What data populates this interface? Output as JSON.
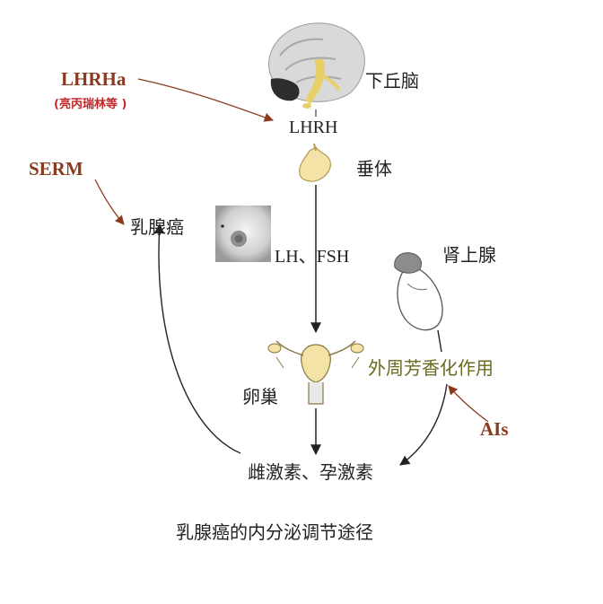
{
  "labels": {
    "hypothalamus": "下丘脑",
    "lhrh": "LHRH",
    "pituitary": "垂体",
    "lh_fsh": "LH、FSH",
    "ovary": "卵巢",
    "adrenal": "肾上腺",
    "aromatization": "外周芳香化作用",
    "hormones": "雌激素、孕激素",
    "breast_cancer": "乳腺癌"
  },
  "drugs": {
    "lhrha": "LHRHa",
    "lhrha_examples": "(亮丙瑞林等 )",
    "serm": "SERM",
    "ais": "AIs"
  },
  "caption": "乳腺癌的内分泌调节途径",
  "icons": [
    "brain-icon",
    "pituitary-icon",
    "breast-icon",
    "adrenal-icon",
    "uterus-icon"
  ],
  "colors": {
    "drug_label": "#8b3a1e",
    "drug_sub": "#c0282a",
    "aromatization": "#6b6a1f",
    "arrow": "#222222",
    "drug_arrow": "#8b3a1e",
    "organ_fill": "#f3e3a6"
  }
}
